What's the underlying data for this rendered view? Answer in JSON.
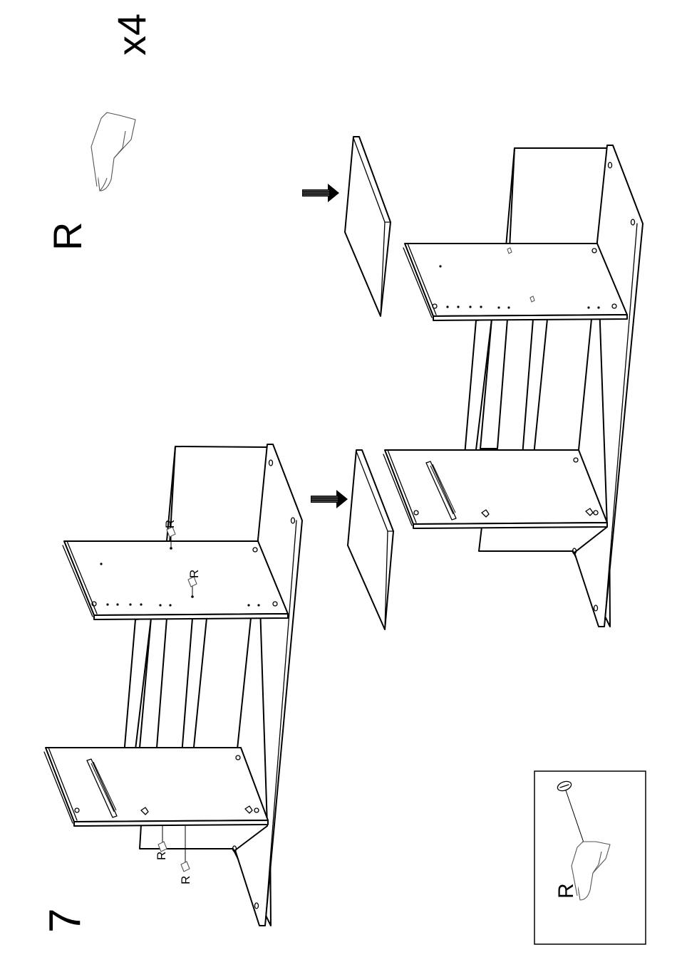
{
  "step": {
    "number": "7"
  },
  "parts": {
    "label": "R",
    "quantity": "x4",
    "icon": "shelf-support-clip-icon"
  },
  "callouts": {
    "support_label": "R"
  },
  "detail_inset": {
    "label": "R",
    "icon": "shelf-support-clip-icon"
  },
  "arrows": {
    "icon": "push-arrow-icon"
  },
  "colors": {
    "line": "#000000",
    "background": "#ffffff"
  }
}
